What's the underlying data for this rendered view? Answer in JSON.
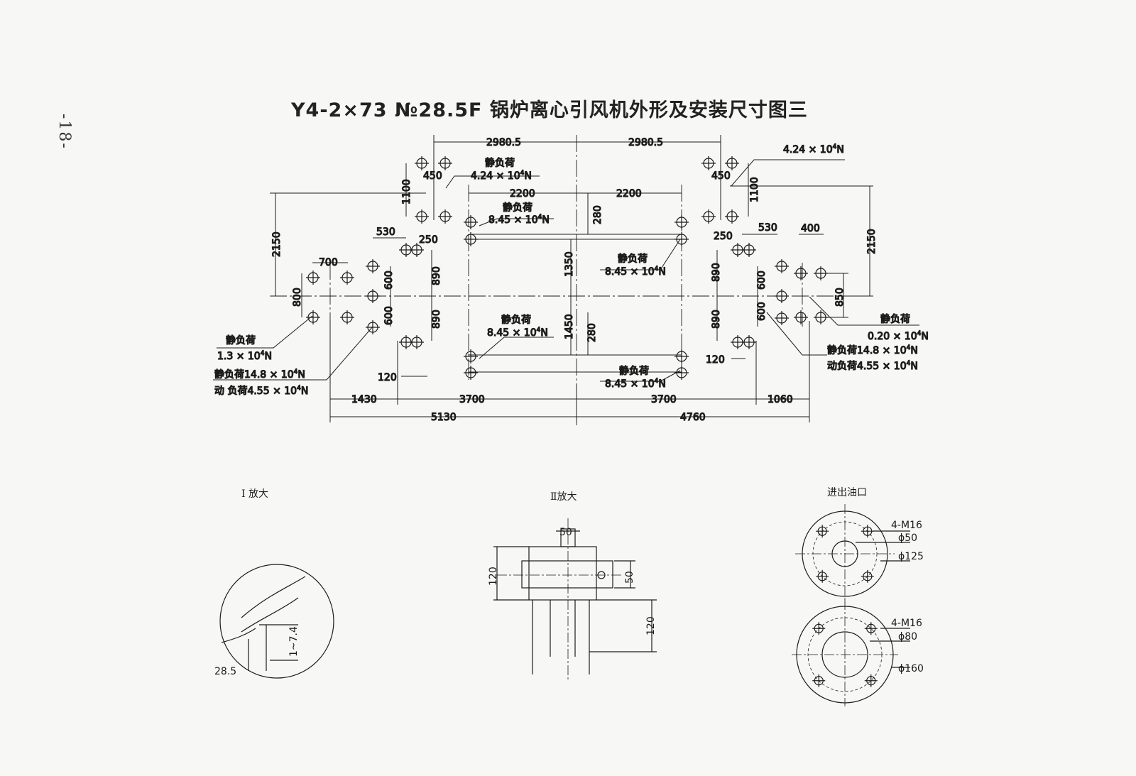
{
  "page_number": "-18-",
  "title": "Y4-2×73 №28.5F  锅炉离心引风机外形及安装尺寸图三",
  "plan": {
    "dims_top": [
      "2980.5",
      "2980.5"
    ],
    "dims_2200": [
      "2200",
      "2200"
    ],
    "dims_450": [
      "450",
      "450"
    ],
    "dims_1100": [
      "1100",
      "1100"
    ],
    "dims_2150": [
      "2150",
      "2150"
    ],
    "dims_280": [
      "280",
      "280"
    ],
    "dim_1350": "1350",
    "dim_1450": "1450",
    "dims_530": [
      "530",
      "530"
    ],
    "dims_250": [
      "250",
      "250"
    ],
    "dims_890": [
      "890",
      "890",
      "890",
      "890"
    ],
    "dims_600": [
      "600",
      "600",
      "600",
      "600"
    ],
    "dim_700": "700",
    "dim_800": "800",
    "dim_400": "400",
    "dim_850": "850",
    "dims_120": [
      "120",
      "120"
    ],
    "bottom1": [
      "1430",
      "3700",
      "3700",
      "1060"
    ],
    "bottom2": [
      "5130",
      "4760"
    ]
  },
  "loads": {
    "static": "静负荷",
    "dynamic": "动负荷",
    "unit": "N",
    "exp": "4",
    "val_424": "4.24 × 10",
    "val_845": "8.45 × 10",
    "val_13": "1.3 × 10",
    "val_020": "0.20 × 10",
    "static_148": "静负荷14.8 × 10",
    "dynamic_455": "动负荷4.55 × 10",
    "dynamic_455_sp": "动 负荷4.55 × 10"
  },
  "detail1": {
    "label": "I 放大",
    "d1": "28.5",
    "d2": "1~7.4"
  },
  "detail2": {
    "label": "Ⅱ放大",
    "d50a": "50",
    "d50b": "50",
    "d120a": "120",
    "d120b": "120"
  },
  "detail3": {
    "label": "进出油口",
    "upper": {
      "bolts": "4-M16",
      "bore": "ϕ50",
      "pcd": "ϕ125"
    },
    "lower": {
      "bolts": "4-M16",
      "bore": "ϕ80",
      "pcd": "ϕ160"
    }
  }
}
